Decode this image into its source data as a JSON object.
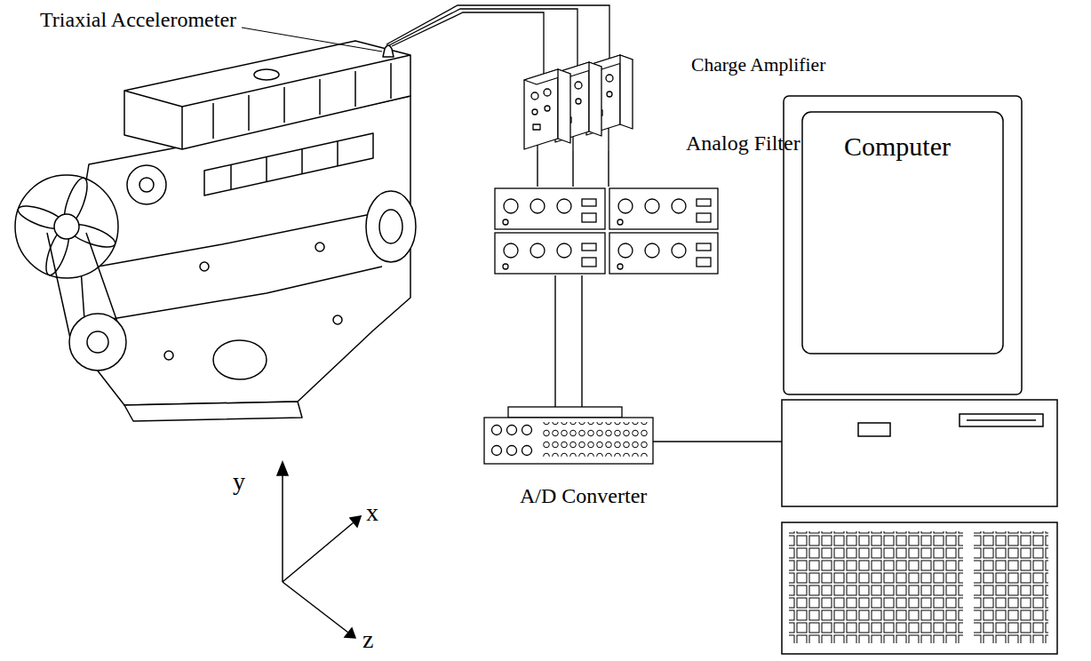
{
  "diagram": {
    "nodes": [
      {
        "text": [
          "Charge Amplifier"
        ]
      },
      {
        "text": [
          "Analog Filter"
        ]
      },
      {
        "text": [
          "A/D Converter"
        ]
      },
      {
        "text": [
          "Computer"
        ]
      }
    ],
    "edges": [
      {
        "from": 0,
        "to": 1,
        "arrow": "none"
      },
      {
        "from": 1,
        "to": 2,
        "arrow": "none"
      },
      {
        "from": 2,
        "to": 3,
        "arrow": "none"
      }
    ],
    "labels": [
      "Triaxial Accelerometer",
      "y",
      "x",
      "z"
    ]
  }
}
